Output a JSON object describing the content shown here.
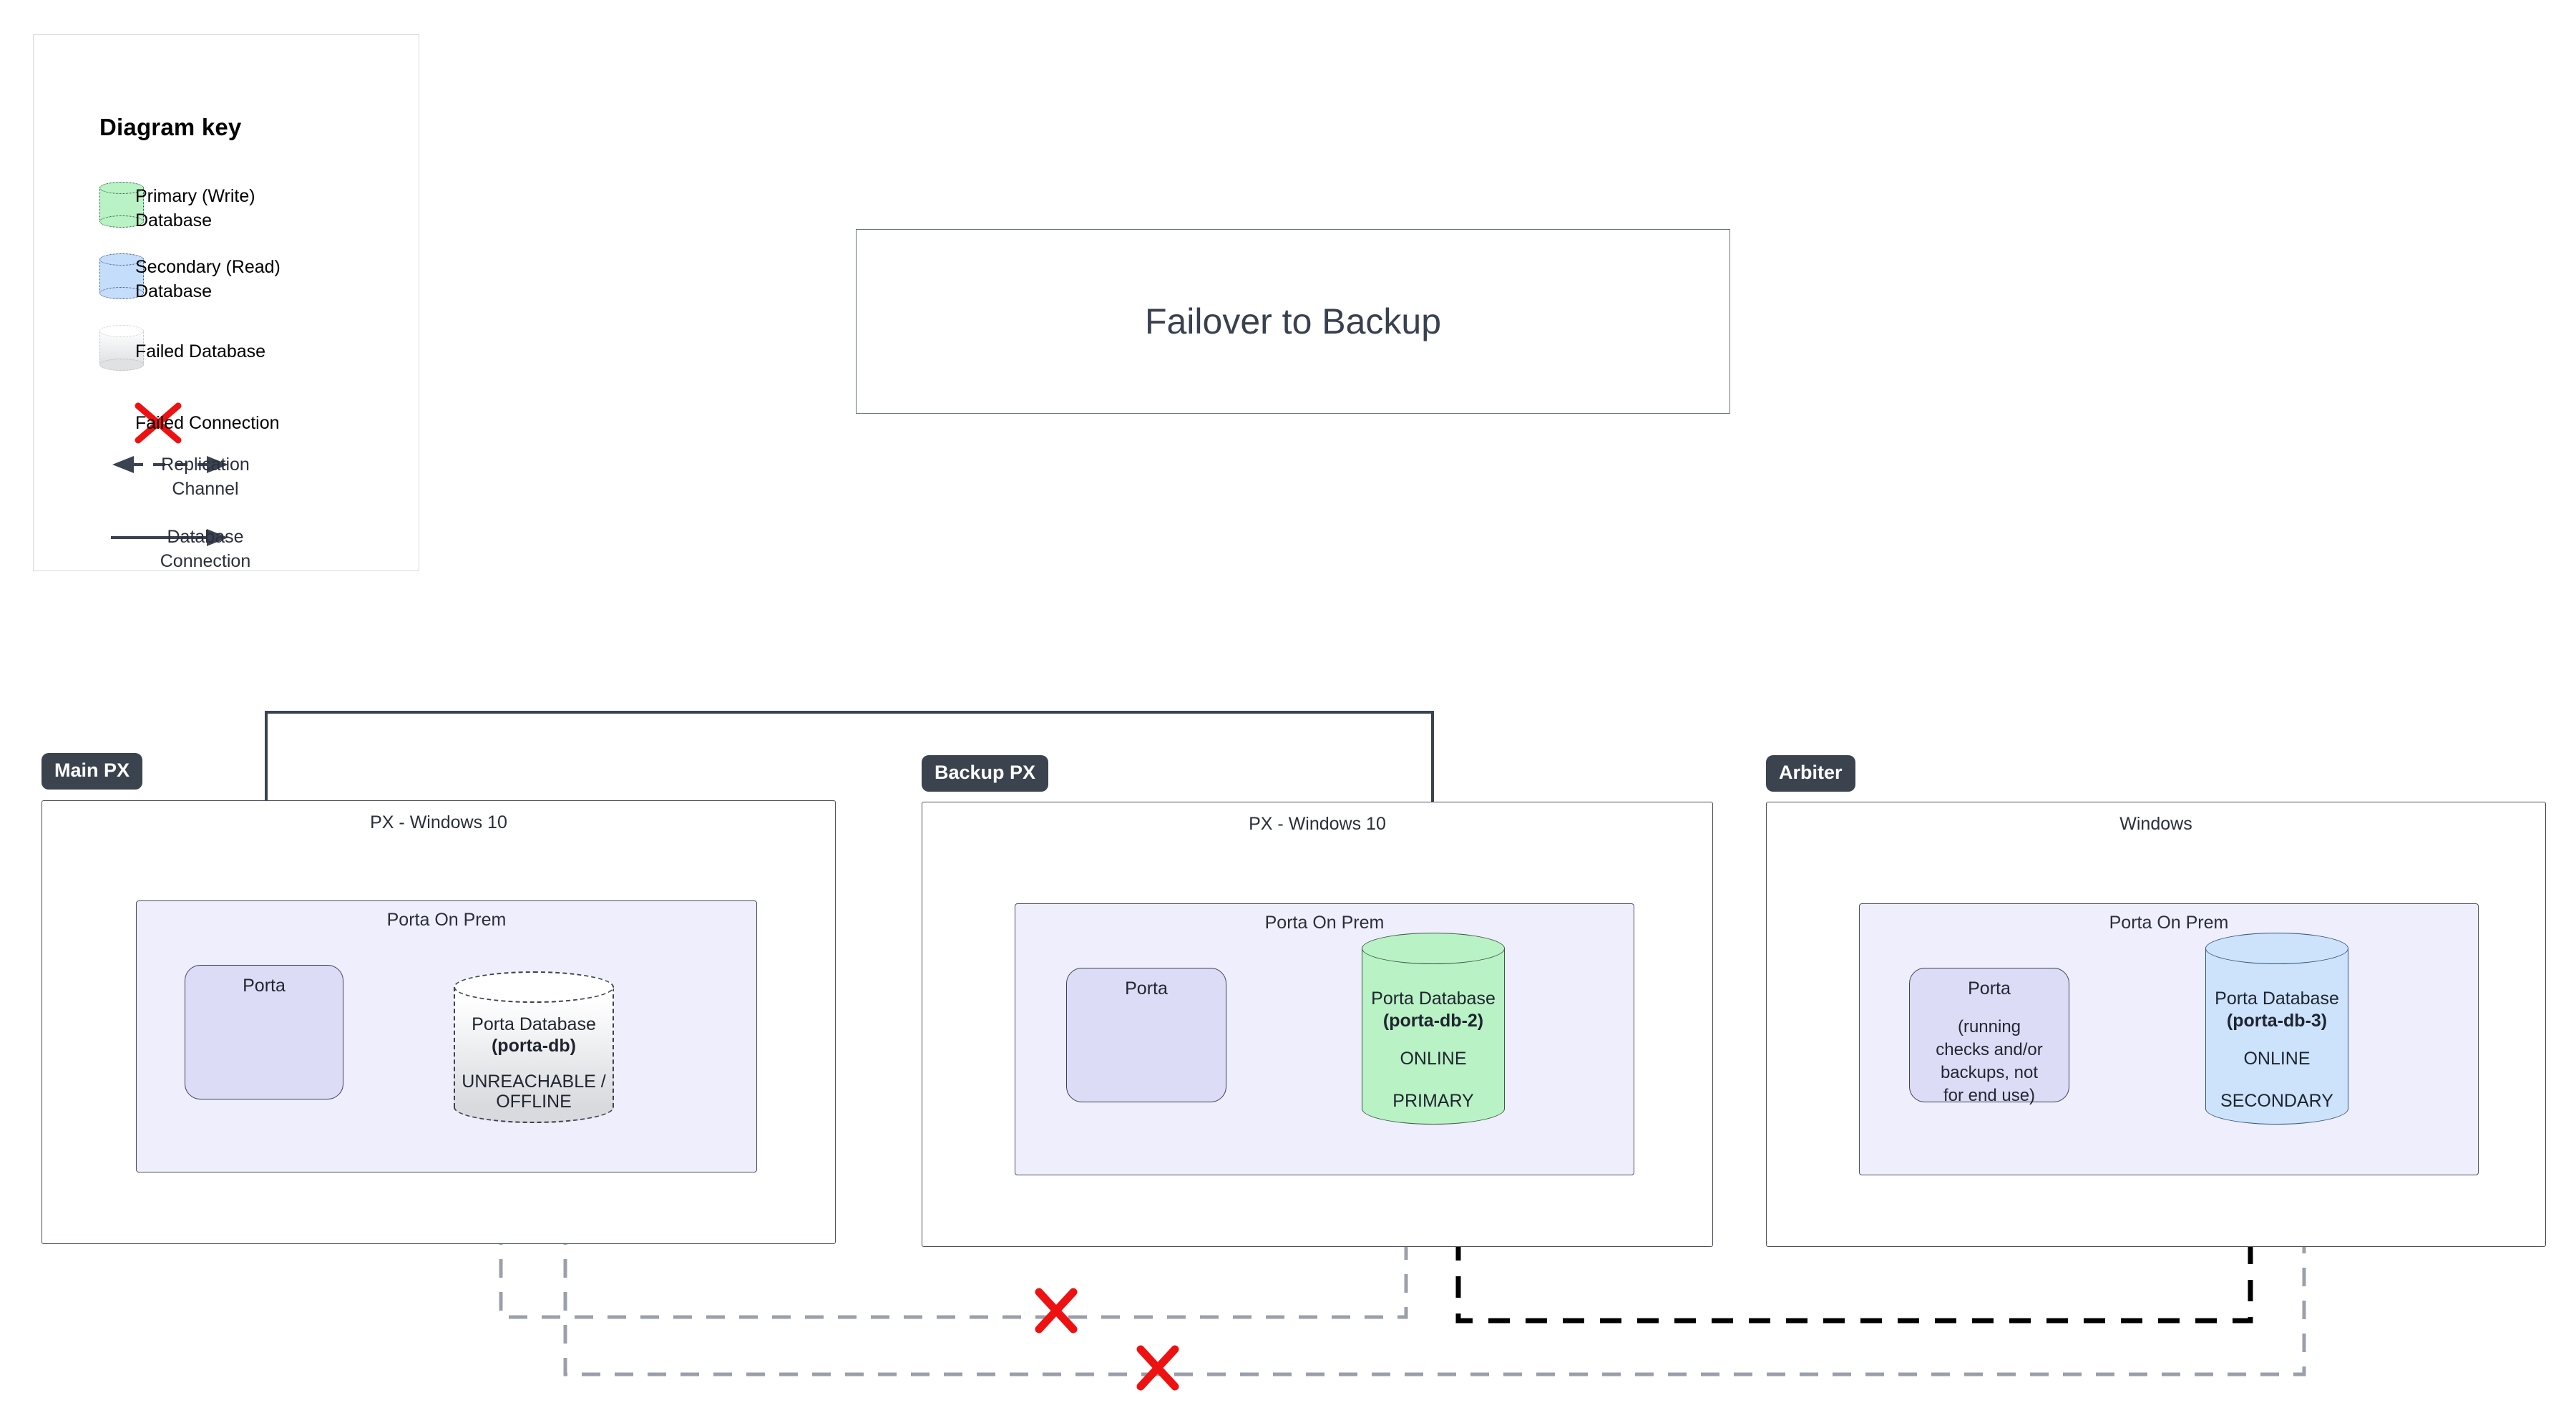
{
  "legend": {
    "title": "Diagram key",
    "items": [
      {
        "icon": "cylinder-green-icon",
        "label": "Primary (Write)\nDatabase",
        "line1": "Primary (Write)",
        "line2": "Database",
        "color": "#b9f2c4"
      },
      {
        "icon": "cylinder-blue-icon",
        "label": "Secondary (Read)\nDatabase",
        "line1": "Secondary (Read)",
        "line2": "Database",
        "color": "#cce3fb"
      },
      {
        "icon": "cylinder-failed-icon",
        "label": "Failed Database",
        "line1": "Failed Database",
        "line2": "",
        "color": "#dfe1e3"
      },
      {
        "icon": "red-x-icon",
        "label": "Failed Connection",
        "line1": "Failed Connection",
        "line2": "",
        "color": "#ee1111"
      },
      {
        "icon": "dashed-bidirectional-arrow-icon",
        "label": "Replication\nChannel",
        "line1": "Replication",
        "line2": "Channel",
        "color": "#3b4252"
      },
      {
        "icon": "solid-arrow-icon",
        "label": "Database\nConnection",
        "line1": "Database",
        "line2": "Connection",
        "color": "#3b4252"
      }
    ]
  },
  "title_card": {
    "text": "Failover to Backup"
  },
  "hosts": [
    {
      "badge": "Main PX",
      "os": "PX - Windows 10",
      "container": "Porta On Prem",
      "app": {
        "name": "Porta",
        "note": ""
      },
      "database": {
        "name": "Porta Database",
        "id": "(porta-db)",
        "status": "UNREACHABLE /",
        "status2": "OFFLINE",
        "role": "",
        "state": "failed"
      }
    },
    {
      "badge": "Backup PX",
      "os": "PX - Windows 10",
      "container": "Porta On Prem",
      "app": {
        "name": "Porta",
        "note": ""
      },
      "database": {
        "name": "Porta Database",
        "id": "(porta-db-2)",
        "status": "ONLINE",
        "status2": "",
        "role": "PRIMARY",
        "state": "primary"
      }
    },
    {
      "badge": "Arbiter",
      "os": "Windows",
      "container": "Porta On Prem",
      "app": {
        "name": "Porta",
        "note": "(running\nchecks and/or\nbackups, not\nfor end use)",
        "note1": "(running",
        "note2": "checks and/or",
        "note3": "backups, not",
        "note4": "for end use)"
      },
      "database": {
        "name": "Porta Database",
        "id": "(porta-db-3)",
        "status": "ONLINE",
        "status2": "",
        "role": "SECONDARY",
        "state": "secondary"
      }
    }
  ],
  "colors": {
    "primary_db": "#b9f2c4",
    "secondary_db": "#cce3fb",
    "failed_db": "#dfe1e3",
    "failed_connection": "#ee1111",
    "app_box": "#dddcf7",
    "onprem_container": "#eeeefc",
    "badge_bg": "#3b434f",
    "replication_gray": "#9aa0a9",
    "replication_black": "#000000",
    "connection_stroke": "#3b4252"
  },
  "connections": [
    {
      "name": "main-porta-to-backup-db",
      "type": "database-connection",
      "from": "Main PX / Porta",
      "to": "Backup PX / porta-db-2",
      "style": "solid",
      "failed": false
    },
    {
      "name": "backup-porta-to-backup-db",
      "type": "database-connection",
      "from": "Backup PX / Porta",
      "to": "Backup PX / porta-db-2",
      "style": "solid",
      "failed": false
    },
    {
      "name": "maindb-to-backupdb-replication",
      "type": "replication-channel",
      "from": "porta-db",
      "to": "porta-db-2",
      "style": "dashed",
      "failed": true
    },
    {
      "name": "maindb-to-arbiterdb-replication",
      "type": "replication-channel",
      "from": "porta-db",
      "to": "porta-db-3",
      "style": "dashed",
      "failed": true
    },
    {
      "name": "backupdb-to-arbiterdb-replication",
      "type": "replication-channel",
      "from": "porta-db-2",
      "to": "porta-db-3",
      "style": "dashed",
      "failed": false
    }
  ]
}
